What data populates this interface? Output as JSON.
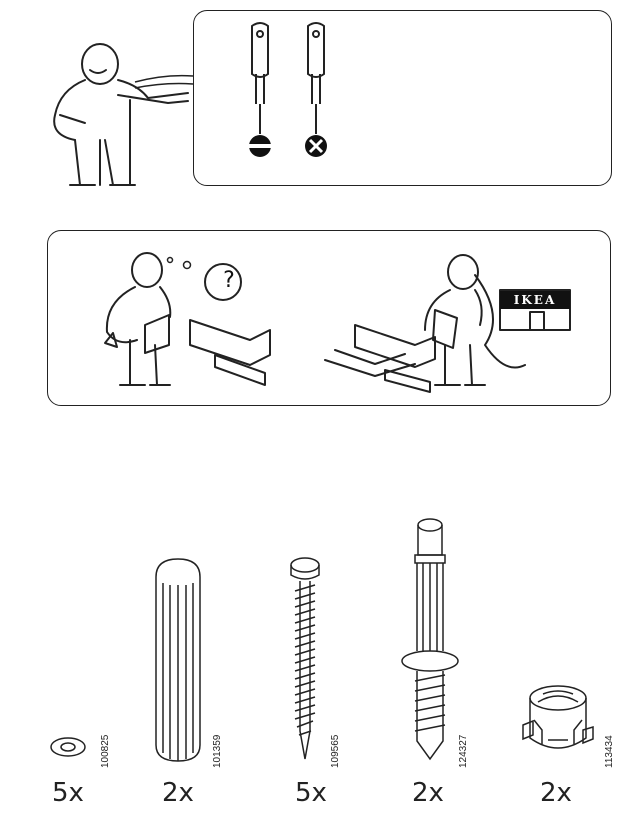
{
  "panel_tools": {
    "tools": [
      {
        "name": "flathead-screwdriver",
        "symbol": "slotted"
      },
      {
        "name": "phillips-screwdriver",
        "symbol": "cross"
      }
    ]
  },
  "panel_help": {
    "sign_text": "IKEA",
    "bubble_symbol": "?"
  },
  "parts": [
    {
      "name": "washer",
      "qty": "5x",
      "part_no": "100825"
    },
    {
      "name": "wooden-dowel",
      "qty": "2x",
      "part_no": "101359"
    },
    {
      "name": "screw",
      "qty": "5x",
      "part_no": "109565"
    },
    {
      "name": "connector-bolt",
      "qty": "2x",
      "part_no": "124327"
    },
    {
      "name": "cam-lock",
      "qty": "2x",
      "part_no": "113434"
    }
  ]
}
